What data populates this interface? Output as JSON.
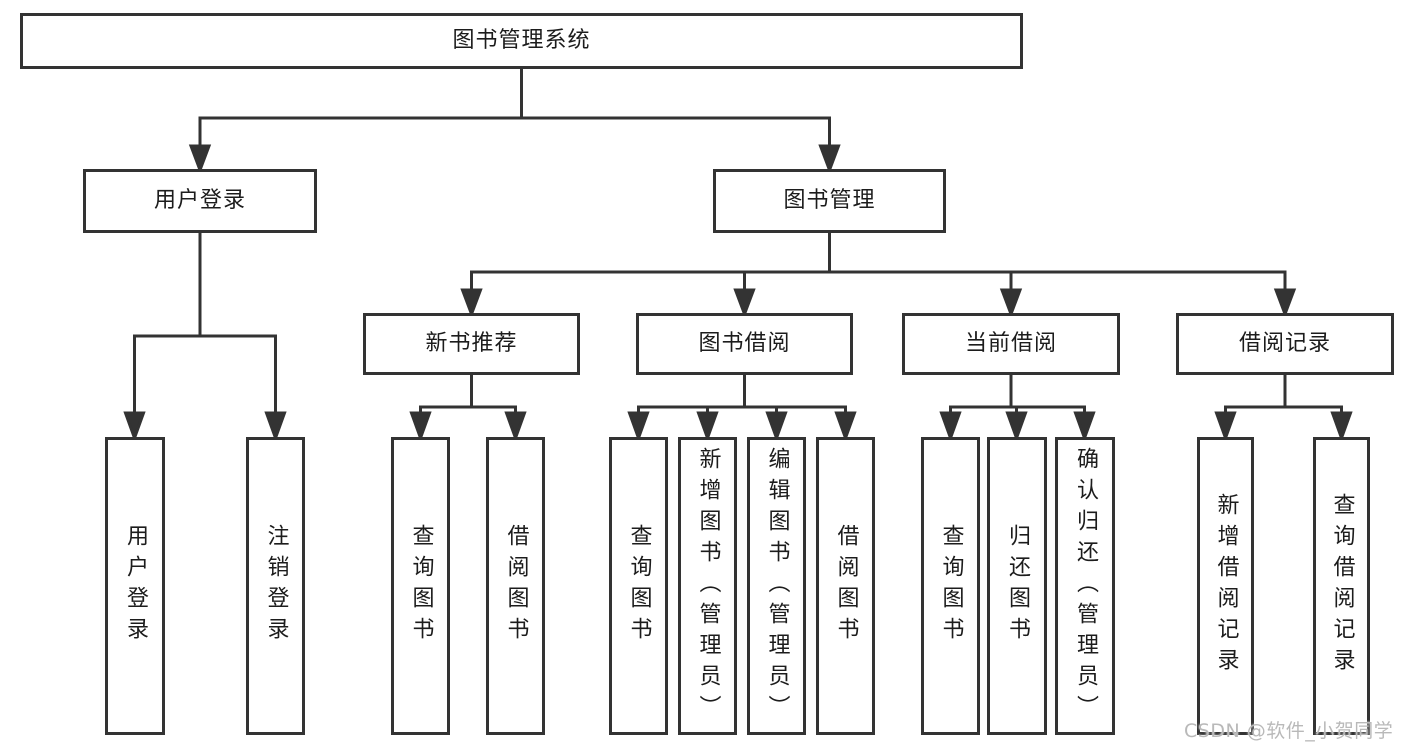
{
  "tree": {
    "root": {
      "label": "图书管理系统",
      "children": [
        {
          "label": "用户登录",
          "children": [
            {
              "label": "用户登录"
            },
            {
              "label": "注销登录"
            }
          ]
        },
        {
          "label": "图书管理",
          "children": [
            {
              "label": "新书推荐",
              "children": [
                {
                  "label": "查询图书"
                },
                {
                  "label": "借阅图书"
                }
              ]
            },
            {
              "label": "图书借阅",
              "children": [
                {
                  "label": "查询图书"
                },
                {
                  "label": "新增图书（管理员）"
                },
                {
                  "label": "编辑图书（管理员）"
                },
                {
                  "label": "借阅图书"
                }
              ]
            },
            {
              "label": "当前借阅",
              "children": [
                {
                  "label": "查询图书"
                },
                {
                  "label": "归还图书"
                },
                {
                  "label": "确认归还（管理员）"
                }
              ]
            },
            {
              "label": "借阅记录",
              "children": [
                {
                  "label": "新增借阅记录"
                },
                {
                  "label": "查询借阅记录"
                }
              ]
            }
          ]
        }
      ]
    }
  },
  "watermark": {
    "text": "CSDN @软件_小贺同学"
  },
  "colors": {
    "line": "#333333",
    "text": "#1c1c1c",
    "background": "#ffffff",
    "watermark": "#b9b9b9"
  }
}
